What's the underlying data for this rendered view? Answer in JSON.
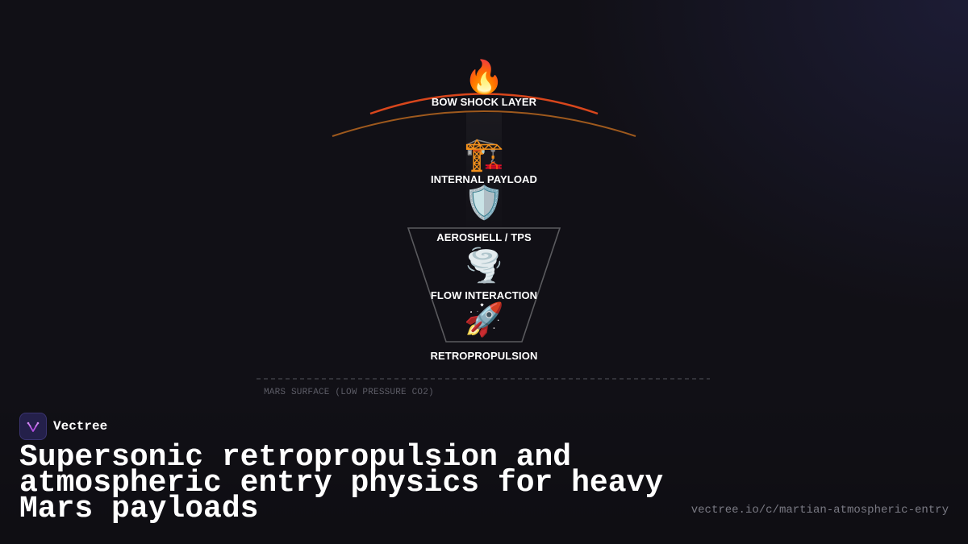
{
  "diagram": {
    "layers": [
      {
        "icon": "fire-icon",
        "emoji": "🔥",
        "label": "BOW SHOCK LAYER"
      },
      {
        "icon": "crane-icon",
        "emoji": "🏗️",
        "label": "INTERNAL PAYLOAD"
      },
      {
        "icon": "shield-icon",
        "emoji": "🛡️",
        "label": "AEROSHELL / TPS"
      },
      {
        "icon": "tornado-icon",
        "emoji": "🌪️",
        "label": "FLOW INTERACTION"
      },
      {
        "icon": "rocket-icon",
        "emoji": "🚀",
        "label": "RETROPROPULSION"
      }
    ],
    "surface_label": "MARS SURFACE (LOW PRESSURE CO2)",
    "colors": {
      "shock_inner": "#d8461c",
      "shock_outer": "#b7661e",
      "aeroshell": "#5a5a5e",
      "surface_line": "#3d3d45"
    }
  },
  "brand": {
    "name": "Vectree",
    "logo_color": "#b14fe0"
  },
  "headline": "Supersonic retropropulsion and atmospheric entry physics for heavy Mars payloads",
  "url": "vectree.io/c/martian-atmospheric-entry"
}
